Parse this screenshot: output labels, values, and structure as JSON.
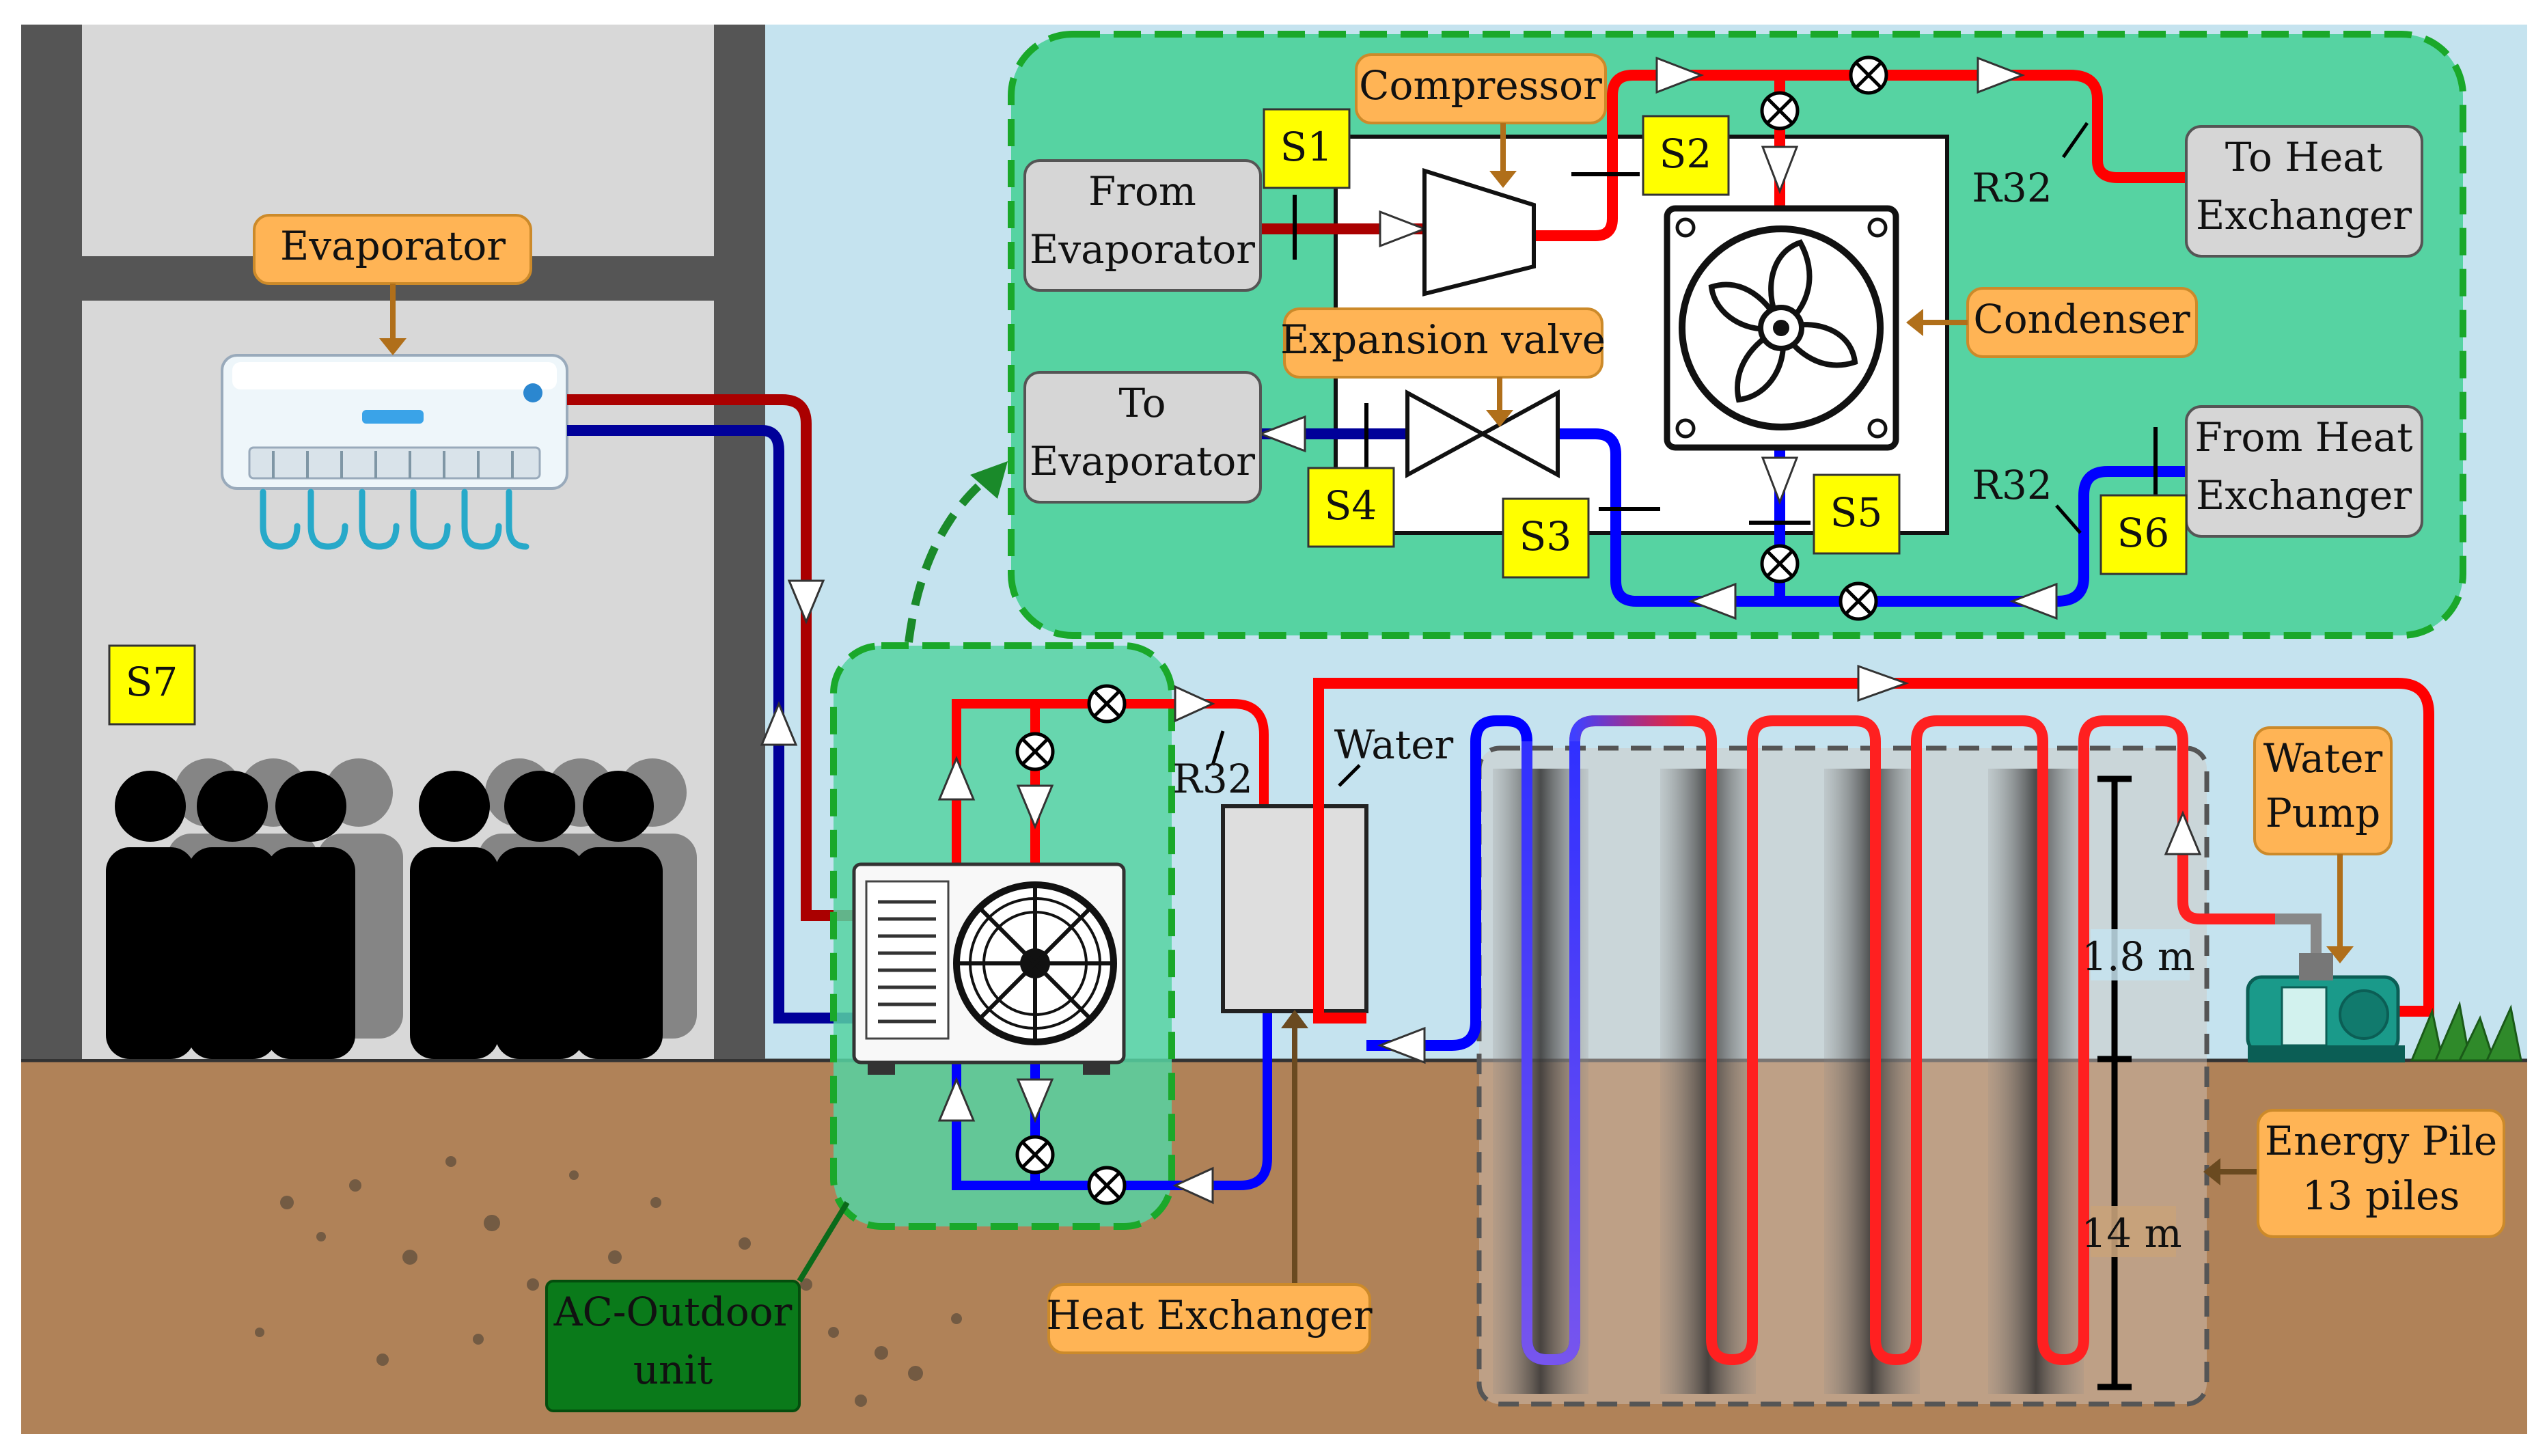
{
  "labels": {
    "evaporator": "Evaporator",
    "compressor": "Compressor",
    "from_evaporator_1": "From",
    "from_evaporator_2": "Evaporator",
    "to_evaporator_1": "To",
    "to_evaporator_2": "Evaporator",
    "expansion_valve": "Expansion valve",
    "condenser": "Condenser",
    "to_heat_exchanger_1": "To Heat",
    "to_heat_exchanger_2": "Exchanger",
    "from_heat_exchanger_1": "From Heat",
    "from_heat_exchanger_2": "Exchanger",
    "r32_top": "R32",
    "r32_bottom": "R32",
    "r32_outdoor": "R32",
    "water": "Water",
    "water_pump_1": "Water",
    "water_pump_2": "Pump",
    "length_upper": "1.8 m",
    "length_lower": "14 m",
    "energy_pile_1": "Energy Pile",
    "energy_pile_2": "13 piles",
    "ac_outdoor_1": "AC-Outdoor",
    "ac_outdoor_2": "unit",
    "heat_exchanger": "Heat Exchanger"
  },
  "sensors": {
    "s1": "S1",
    "s2": "S2",
    "s3": "S3",
    "s4": "S4",
    "s5": "S5",
    "s6": "S6",
    "s7": "S7"
  },
  "colors": {
    "sky": "#c5e3ef",
    "ground": "#b08258",
    "building": "#d8d8d8",
    "wall": "#555555",
    "zone_green": "#56d3a2",
    "zone_border": "#1aa82a",
    "hot_line": "#ff0000",
    "cold_line": "#0000ff",
    "evap_hot": "#aa0000",
    "evap_cold": "#000099",
    "label_orange": "#ffb455",
    "label_gray": "#d6d6d6",
    "sensor_yellow": "#ffff00",
    "outdoor_label": "#0a7a1a"
  }
}
